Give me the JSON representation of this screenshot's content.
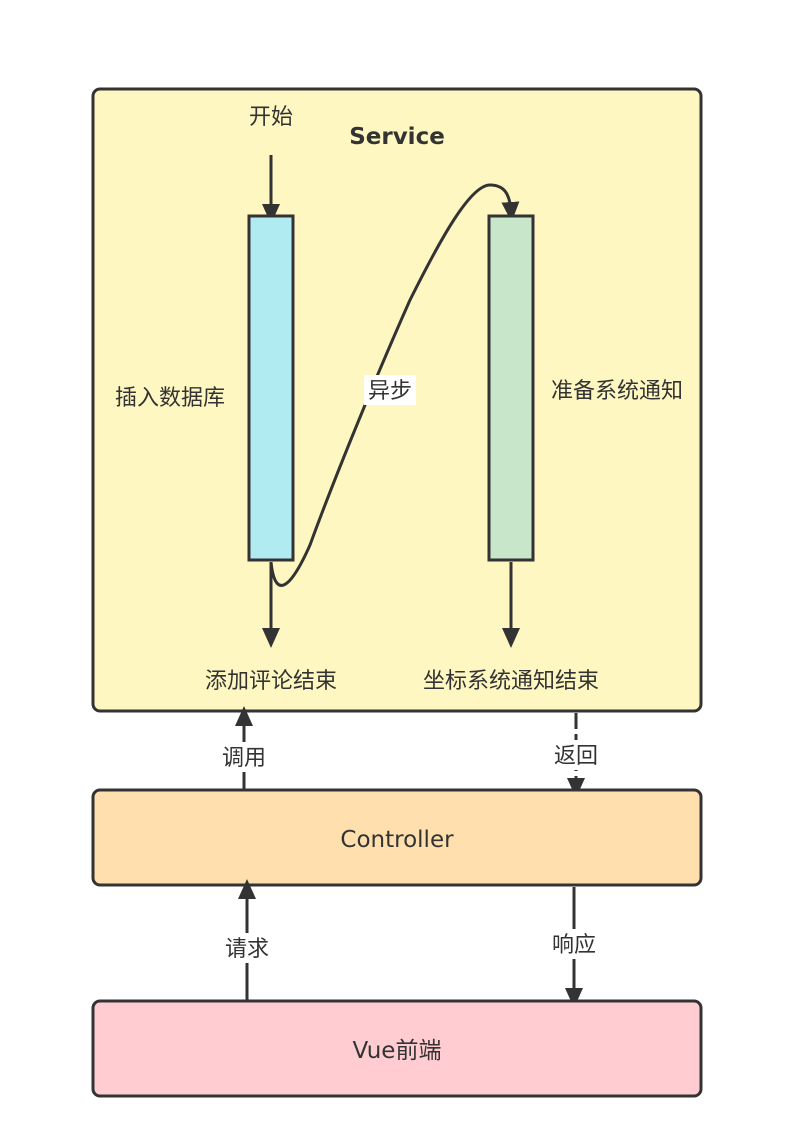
{
  "service": {
    "title": "Service",
    "fill": "#fff7c2",
    "start_label": "开始",
    "insert_label": "插入数据库",
    "async_label": "异步",
    "prepare_label": "准备系统通知",
    "end_comment_label": "添加评论结束",
    "end_notify_label": "坐标系统通知结束",
    "insert_bar_fill": "#b1ebf2",
    "prepare_bar_fill": "#c8e6c9"
  },
  "links": {
    "call_label": "调用",
    "return_label": "返回",
    "request_label": "请求",
    "response_label": "响应"
  },
  "controller": {
    "label": "Controller",
    "fill": "#ffdfae"
  },
  "frontend": {
    "label": "Vue前端",
    "fill": "#ffccd1"
  },
  "colors": {
    "stroke": "#333333",
    "text": "#333333"
  }
}
